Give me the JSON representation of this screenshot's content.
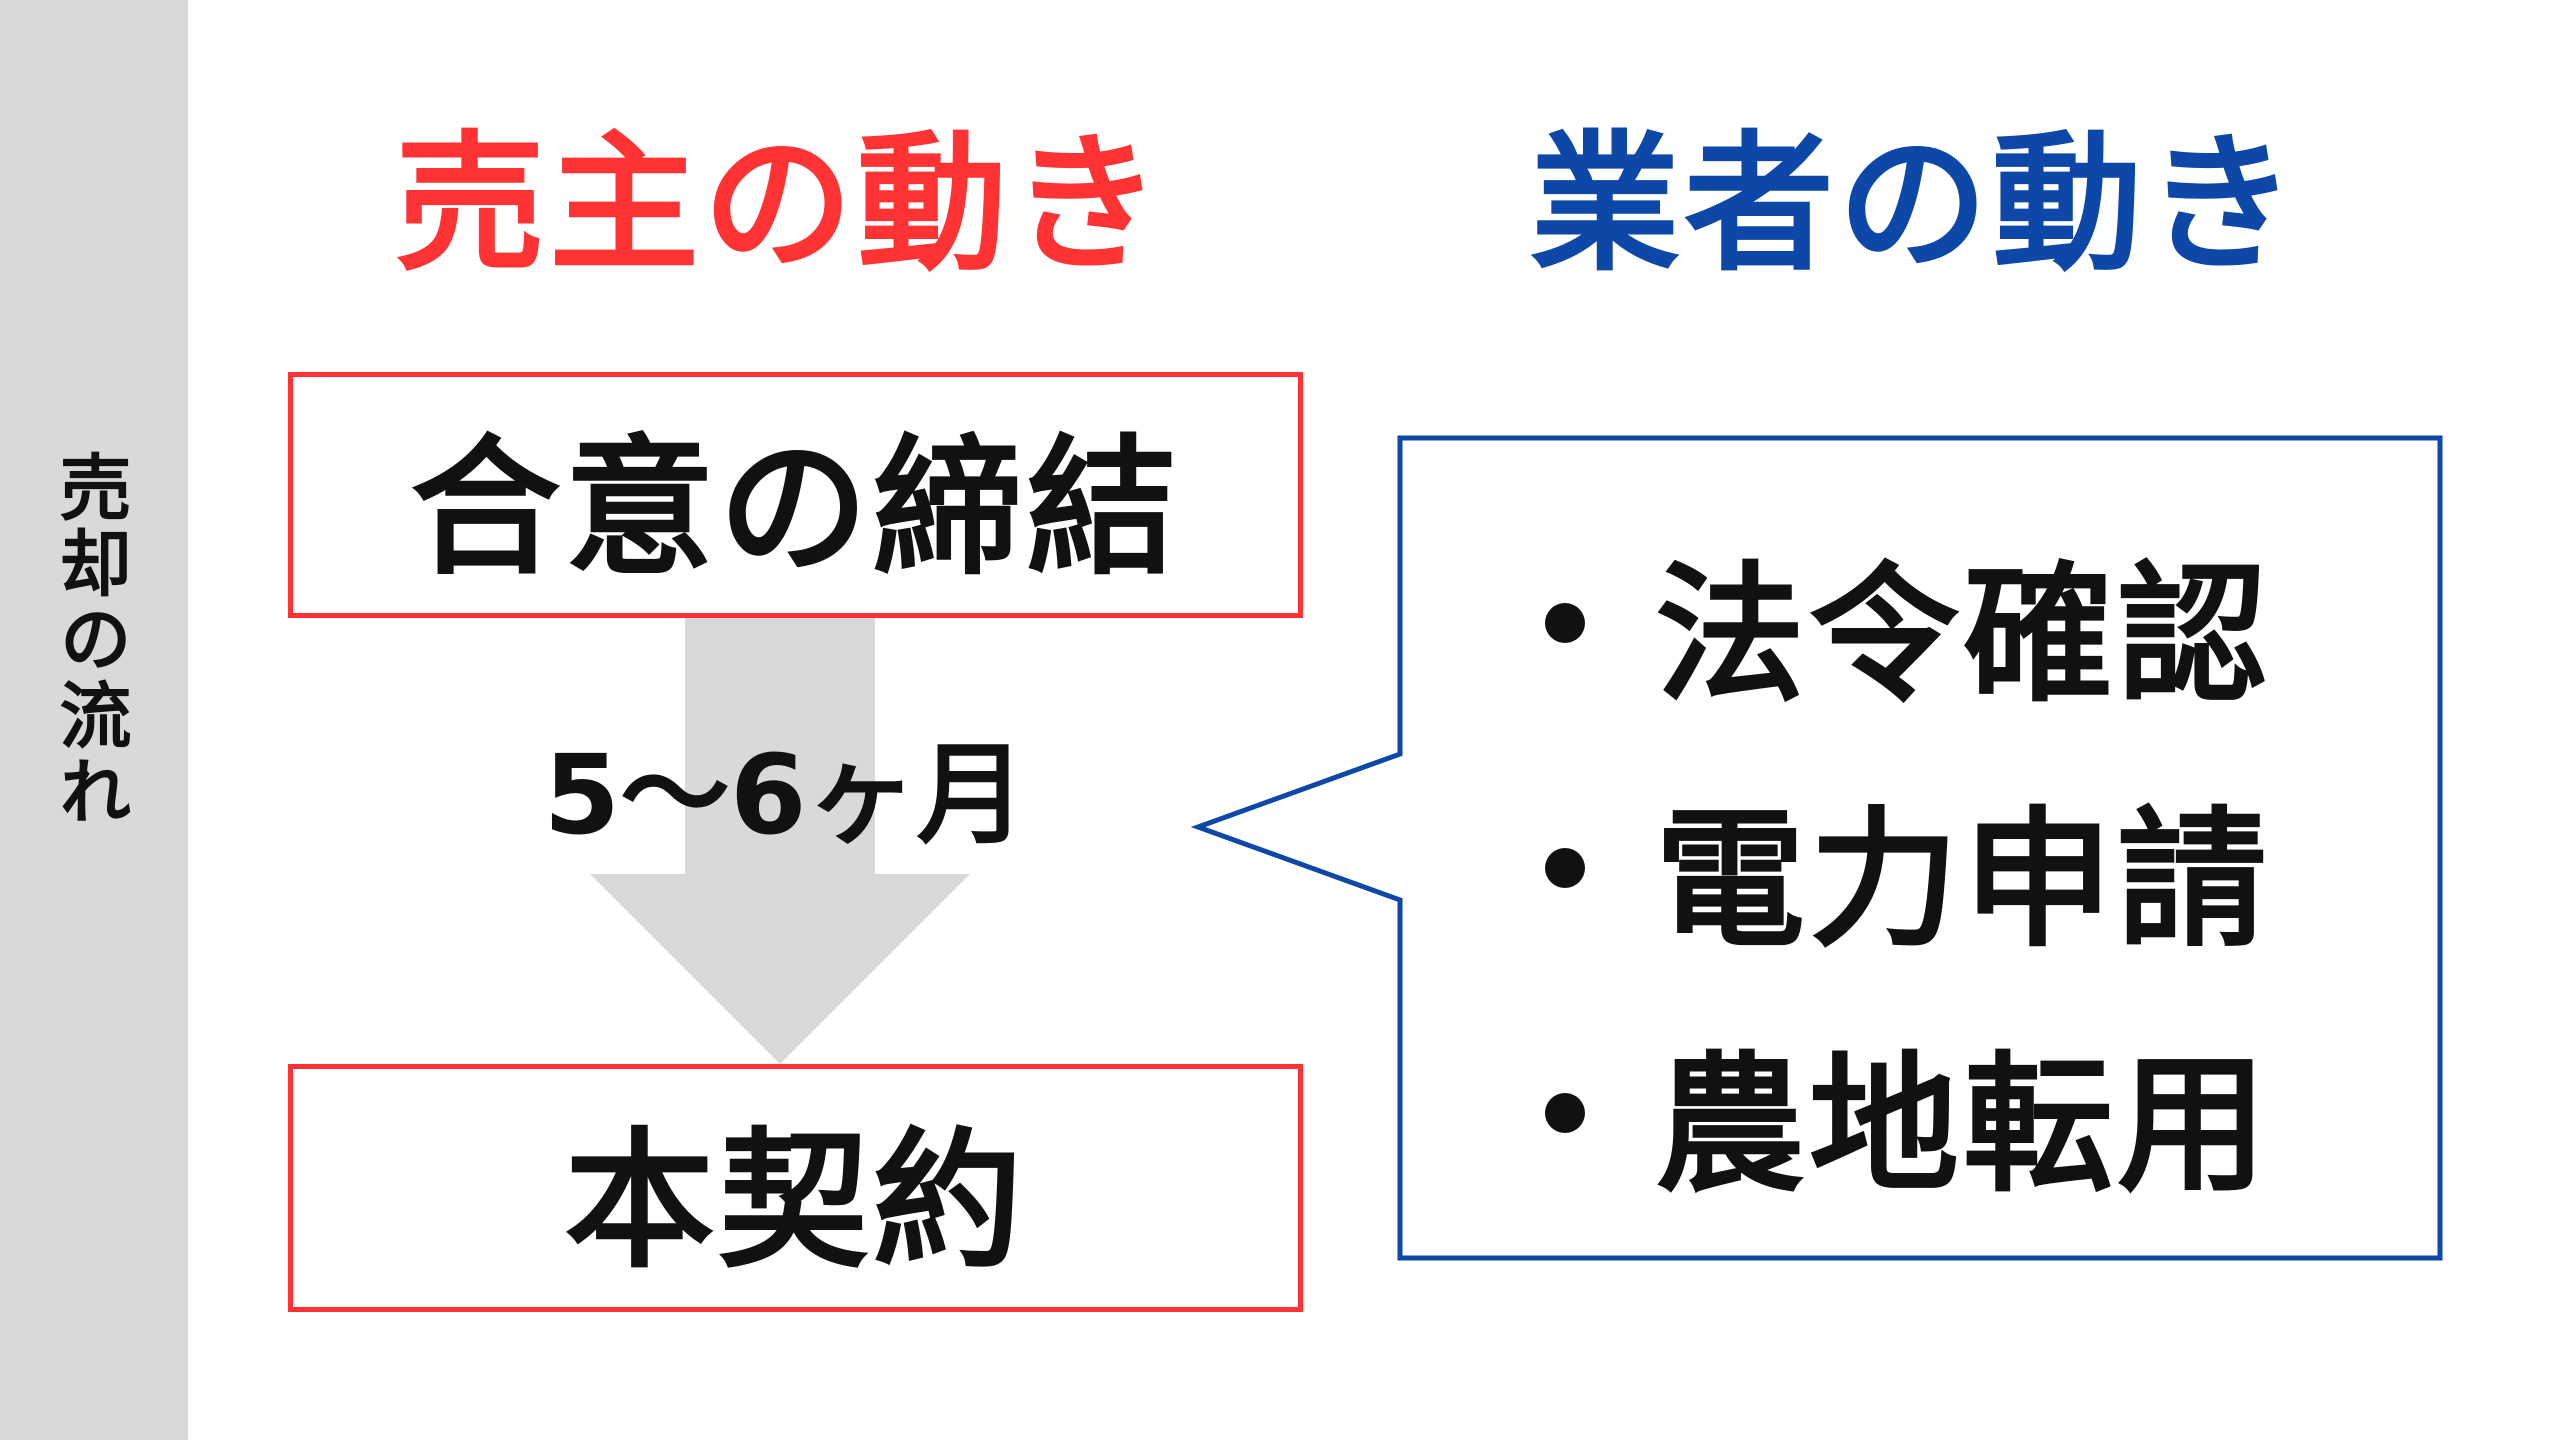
{
  "sidebar": {
    "label": "売却の流れ"
  },
  "headings": {
    "seller": "売主の動き",
    "vendor": "業者の動き"
  },
  "seller_flow": {
    "start": "合意の締結",
    "duration": "5〜6ヶ月",
    "end": "本契約"
  },
  "vendor_tasks": [
    "法令確認",
    "電力申請",
    "農地転用"
  ],
  "colors": {
    "seller": "#ff3333",
    "vendor": "#0d47a8",
    "sidebar": "#d9d9d9",
    "arrow": "#d9d9d9"
  }
}
